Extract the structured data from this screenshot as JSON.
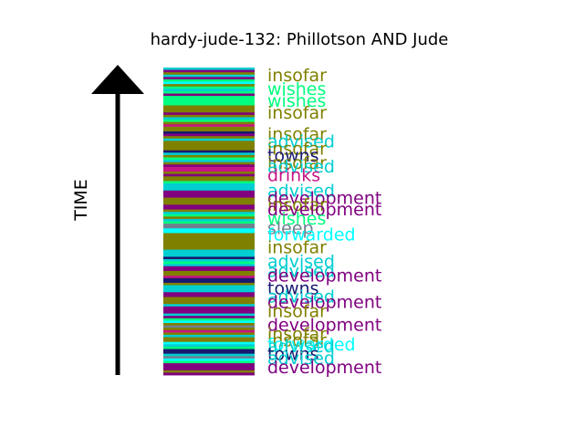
{
  "chart_data": {
    "type": "timeline-strip",
    "title": "hardy-jude-132: Phillotson AND Jude",
    "ylabel": "TIME",
    "colors": {
      "insofar": "#808000",
      "wishes": "#00ff7f",
      "advised": "#00ced1",
      "towns": "#191970",
      "drinks": "#c71585",
      "development": "#800080",
      "sleep": "#708090",
      "forwarded": "#00ffff"
    },
    "labels": [
      {
        "text": "insofar",
        "t": 0.012
      },
      {
        "text": "wishes",
        "t": 0.058
      },
      {
        "text": "wishes",
        "t": 0.098
      },
      {
        "text": "insofar",
        "t": 0.138
      },
      {
        "text": "insofar",
        "t": 0.21
      },
      {
        "text": "advised",
        "t": 0.234
      },
      {
        "text": "insofar",
        "t": 0.258
      },
      {
        "text": "towns",
        "t": 0.282
      },
      {
        "text": "insofar",
        "t": 0.306
      },
      {
        "text": "advised",
        "t": 0.318
      },
      {
        "text": "drinks",
        "t": 0.347
      },
      {
        "text": "advised",
        "t": 0.399
      },
      {
        "text": "development",
        "t": 0.424
      },
      {
        "text": "insofar",
        "t": 0.447
      },
      {
        "text": "development",
        "t": 0.462
      },
      {
        "text": "wishes",
        "t": 0.492
      },
      {
        "text": "sleep",
        "t": 0.524
      },
      {
        "text": "forwarded",
        "t": 0.546
      },
      {
        "text": "insofar",
        "t": 0.588
      },
      {
        "text": "advised",
        "t": 0.636
      },
      {
        "text": "advised",
        "t": 0.668
      },
      {
        "text": "development",
        "t": 0.684
      },
      {
        "text": "towns",
        "t": 0.727
      },
      {
        "text": "advised",
        "t": 0.754
      },
      {
        "text": "development",
        "t": 0.772
      },
      {
        "text": "insofar",
        "t": 0.802
      },
      {
        "text": "development",
        "t": 0.849
      },
      {
        "text": "insofar",
        "t": 0.879
      },
      {
        "text": "insofar",
        "t": 0.9
      },
      {
        "text": "forwarded",
        "t": 0.915
      },
      {
        "text": "advised",
        "t": 0.921
      },
      {
        "text": "towns",
        "t": 0.946
      },
      {
        "text": "advised",
        "t": 0.96
      },
      {
        "text": "development",
        "t": 0.991
      }
    ],
    "stripes": [
      "advised",
      "development",
      "insofar",
      "advised",
      "development",
      "wishes",
      "forwarded",
      "insofar",
      "wishes",
      "advised",
      "wishes",
      "development",
      "wishes",
      "wishes",
      "wishes",
      "wishes",
      "insofar",
      "insofar",
      "insofar",
      "development",
      "insofar",
      "advised",
      "wishes",
      "insofar",
      "drinks",
      "insofar",
      "insofar",
      "towns",
      "development",
      "insofar",
      "advised",
      "insofar",
      "insofar",
      "insofar",
      "insofar",
      "towns",
      "advised",
      "insofar",
      "wishes",
      "advised",
      "insofar",
      "development",
      "drinks",
      "drinks",
      "insofar",
      "development",
      "insofar",
      "insofar",
      "wishes",
      "advised",
      "advised",
      "advised",
      "development",
      "development",
      "development",
      "insofar",
      "insofar",
      "insofar",
      "development",
      "development",
      "insofar",
      "advised",
      "wishes",
      "insofar",
      "advised",
      "wishes",
      "sleep",
      "sleep",
      "forwarded",
      "forwarded",
      "insofar",
      "insofar",
      "insofar",
      "insofar",
      "insofar",
      "insofar",
      "insofar",
      "advised",
      "advised",
      "advised",
      "towns",
      "advised",
      "wishes",
      "advised",
      "development",
      "development",
      "insofar",
      "insofar",
      "drinks",
      "towns",
      "towns",
      "insofar",
      "advised",
      "advised",
      "advised",
      "development",
      "development",
      "insofar",
      "insofar",
      "insofar",
      "advised",
      "development",
      "development",
      "development",
      "advised",
      "development",
      "wishes",
      "forwarded",
      "insofar",
      "sleep",
      "insofar",
      "drinks",
      "insofar",
      "advised",
      "insofar",
      "insofar",
      "forwarded",
      "advised",
      "wishes",
      "towns",
      "towns",
      "advised",
      "sleep",
      "forwarded",
      "wishes",
      "development",
      "development",
      "development",
      "insofar",
      "development"
    ]
  }
}
